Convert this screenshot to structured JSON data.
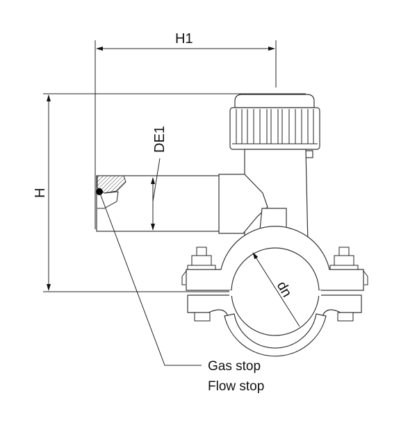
{
  "dimensions": {
    "h1": "H1",
    "h": "H",
    "de1": "DE1",
    "dn": "dn"
  },
  "callout": {
    "line1": "Gas stop",
    "line2": "Flow stop"
  },
  "colors": {
    "line": "#222222",
    "background": "#ffffff"
  }
}
